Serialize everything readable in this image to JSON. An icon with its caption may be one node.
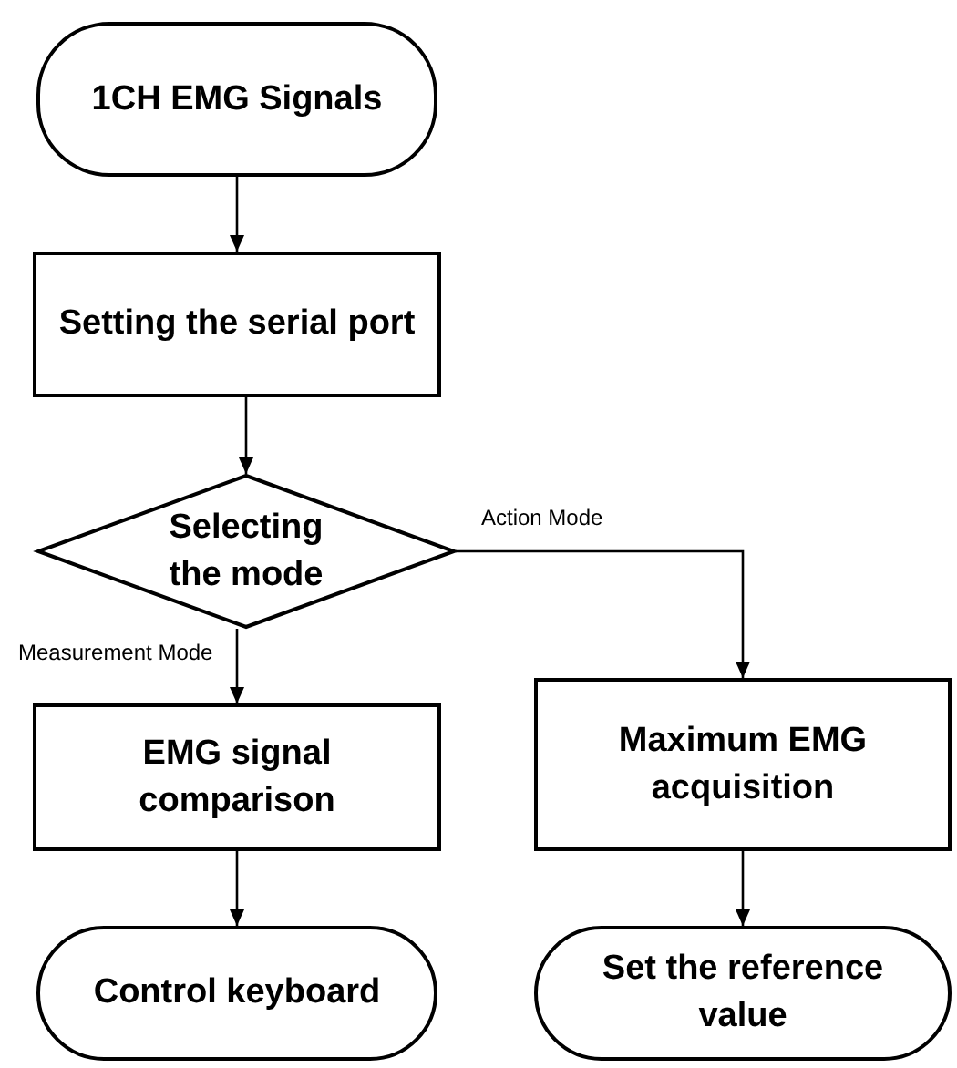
{
  "diagram": {
    "nodes": [
      {
        "text": [
          "1CH EMG Signals"
        ]
      },
      {
        "text": [
          "Setting the serial port"
        ]
      },
      {
        "text": [
          "Selecting the mode"
        ]
      },
      {
        "text": [
          "EMG signal comparison"
        ]
      },
      {
        "text": [
          "Maximum EMG acquisition"
        ]
      },
      {
        "text": [
          "Control keyboard"
        ]
      },
      {
        "text": [
          "Set the reference value"
        ]
      }
    ],
    "edges": [
      {
        "from": 0,
        "to": 1,
        "arrow": "to"
      },
      {
        "from": 1,
        "to": 2,
        "arrow": "to"
      },
      {
        "from": 2,
        "to": 4,
        "arrow": "to",
        "label": "Action Mode"
      },
      {
        "from": 2,
        "to": 3,
        "arrow": "to",
        "label": "Measurement Mode"
      },
      {
        "from": 3,
        "to": 5,
        "arrow": "to"
      },
      {
        "from": 4,
        "to": 6,
        "arrow": "to"
      }
    ]
  }
}
